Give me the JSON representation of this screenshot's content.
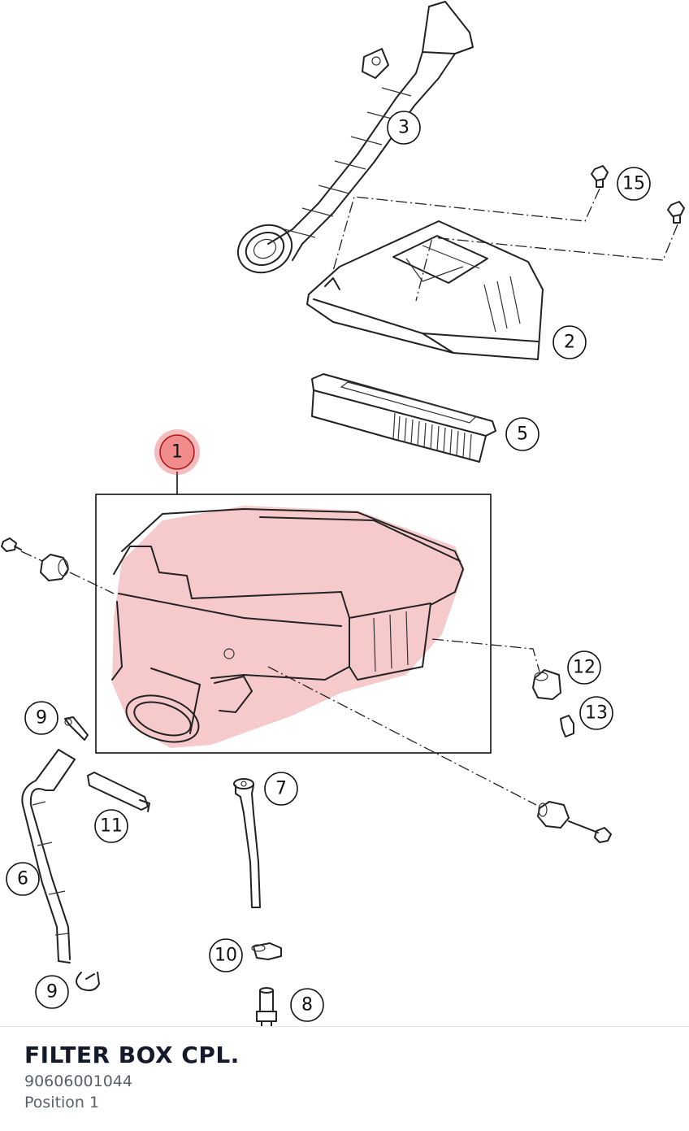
{
  "diagram": {
    "callouts": [
      {
        "id": "1",
        "label": "1",
        "highlighted": true
      },
      {
        "id": "2",
        "label": "2"
      },
      {
        "id": "3",
        "label": "3"
      },
      {
        "id": "5",
        "label": "5"
      },
      {
        "id": "6",
        "label": "6"
      },
      {
        "id": "7",
        "label": "7"
      },
      {
        "id": "8",
        "label": "8"
      },
      {
        "id": "9a",
        "label": "9"
      },
      {
        "id": "9b",
        "label": "9"
      },
      {
        "id": "10",
        "label": "10"
      },
      {
        "id": "11",
        "label": "11"
      },
      {
        "id": "12",
        "label": "12"
      },
      {
        "id": "13",
        "label": "13"
      },
      {
        "id": "15",
        "label": "15"
      }
    ],
    "highlight_color": "#e04040"
  },
  "part": {
    "title": "FILTER BOX CPL.",
    "number": "90606001044",
    "position": "Position 1"
  }
}
